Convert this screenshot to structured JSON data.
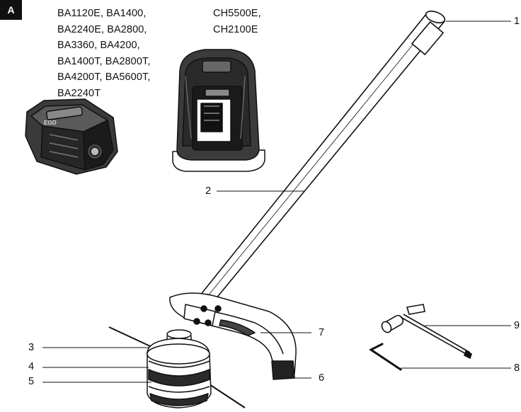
{
  "figure_tag": "A",
  "battery_models": [
    "BA1120E, BA1400,",
    "BA2240E, BA2800,",
    "BA3360, BA4200,",
    "BA1400T, BA2800T,",
    "BA4200T, BA5600T,",
    "BA2240T"
  ],
  "charger_models": [
    "CH5500E,",
    "CH2100E"
  ],
  "battery_logo": "EGO",
  "callouts": [
    {
      "id": "1",
      "label": "1"
    },
    {
      "id": "2",
      "label": "2"
    },
    {
      "id": "3",
      "label": "3"
    },
    {
      "id": "4",
      "label": "4"
    },
    {
      "id": "5",
      "label": "5"
    },
    {
      "id": "6",
      "label": "6"
    },
    {
      "id": "7",
      "label": "7"
    },
    {
      "id": "8",
      "label": "8"
    },
    {
      "id": "9",
      "label": "9"
    }
  ]
}
